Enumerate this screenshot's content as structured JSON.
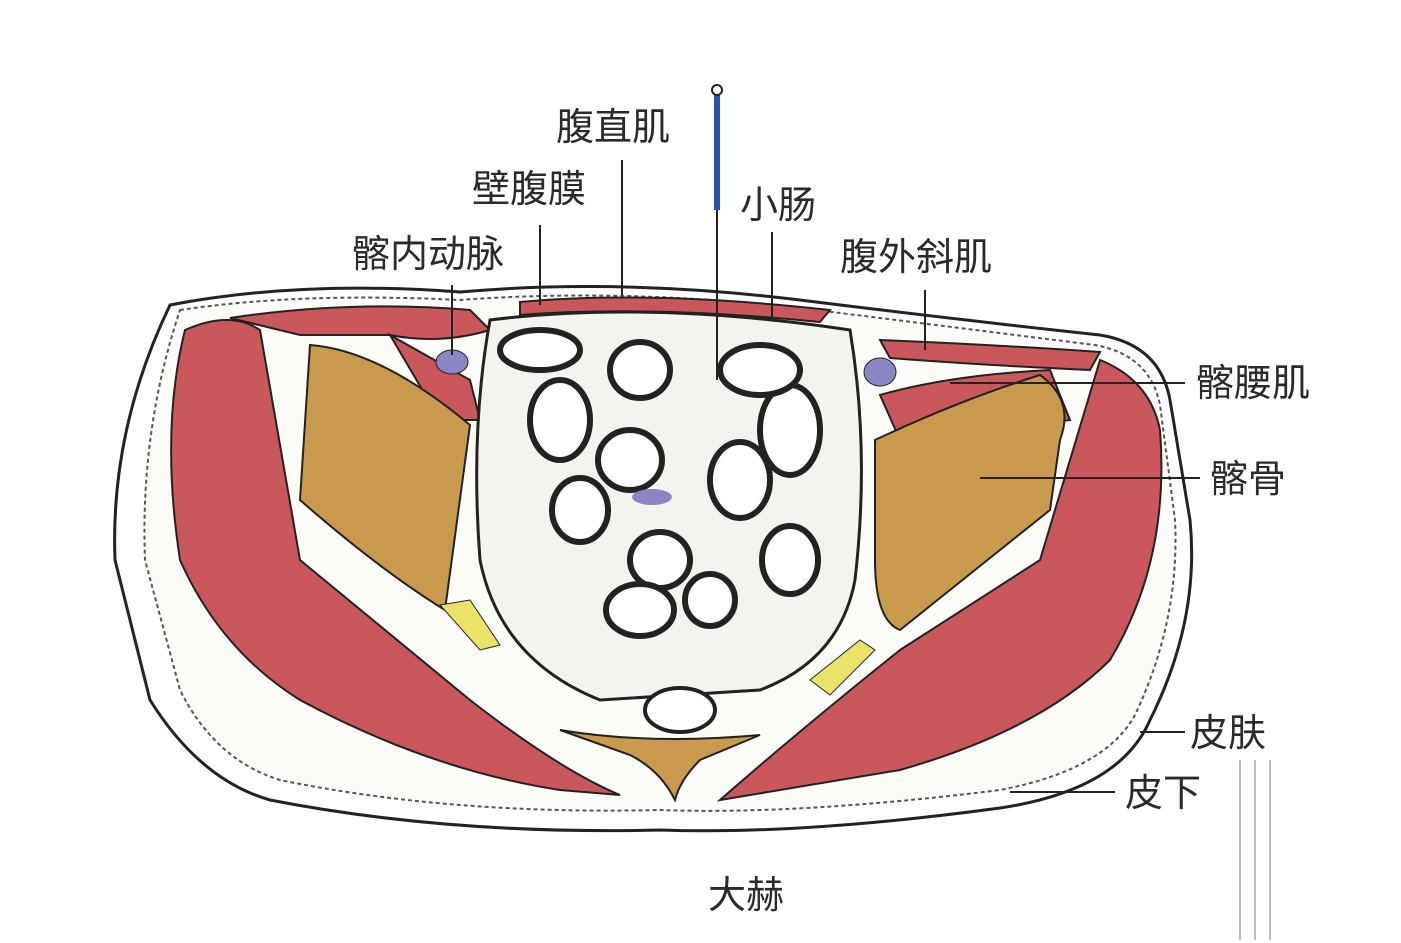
{
  "labels": {
    "rectus_abdominis": "腹直肌",
    "parietal_peritoneum": "壁腹膜",
    "small_intestine": "小肠",
    "internal_iliac_artery": "髂内动脉",
    "external_oblique": "腹外斜肌",
    "iliopsoas": "髂腰肌",
    "ilium": "髂骨",
    "skin": "皮肤",
    "subcutaneous": "皮下",
    "acupoint": "大赫"
  },
  "colors": {
    "muscle": "#c9575c",
    "bone": "#c99a4e",
    "vessel": "#8a86c4",
    "nerve": "#e9e36a",
    "needle": "#2b4fb8",
    "line": "#222222"
  }
}
